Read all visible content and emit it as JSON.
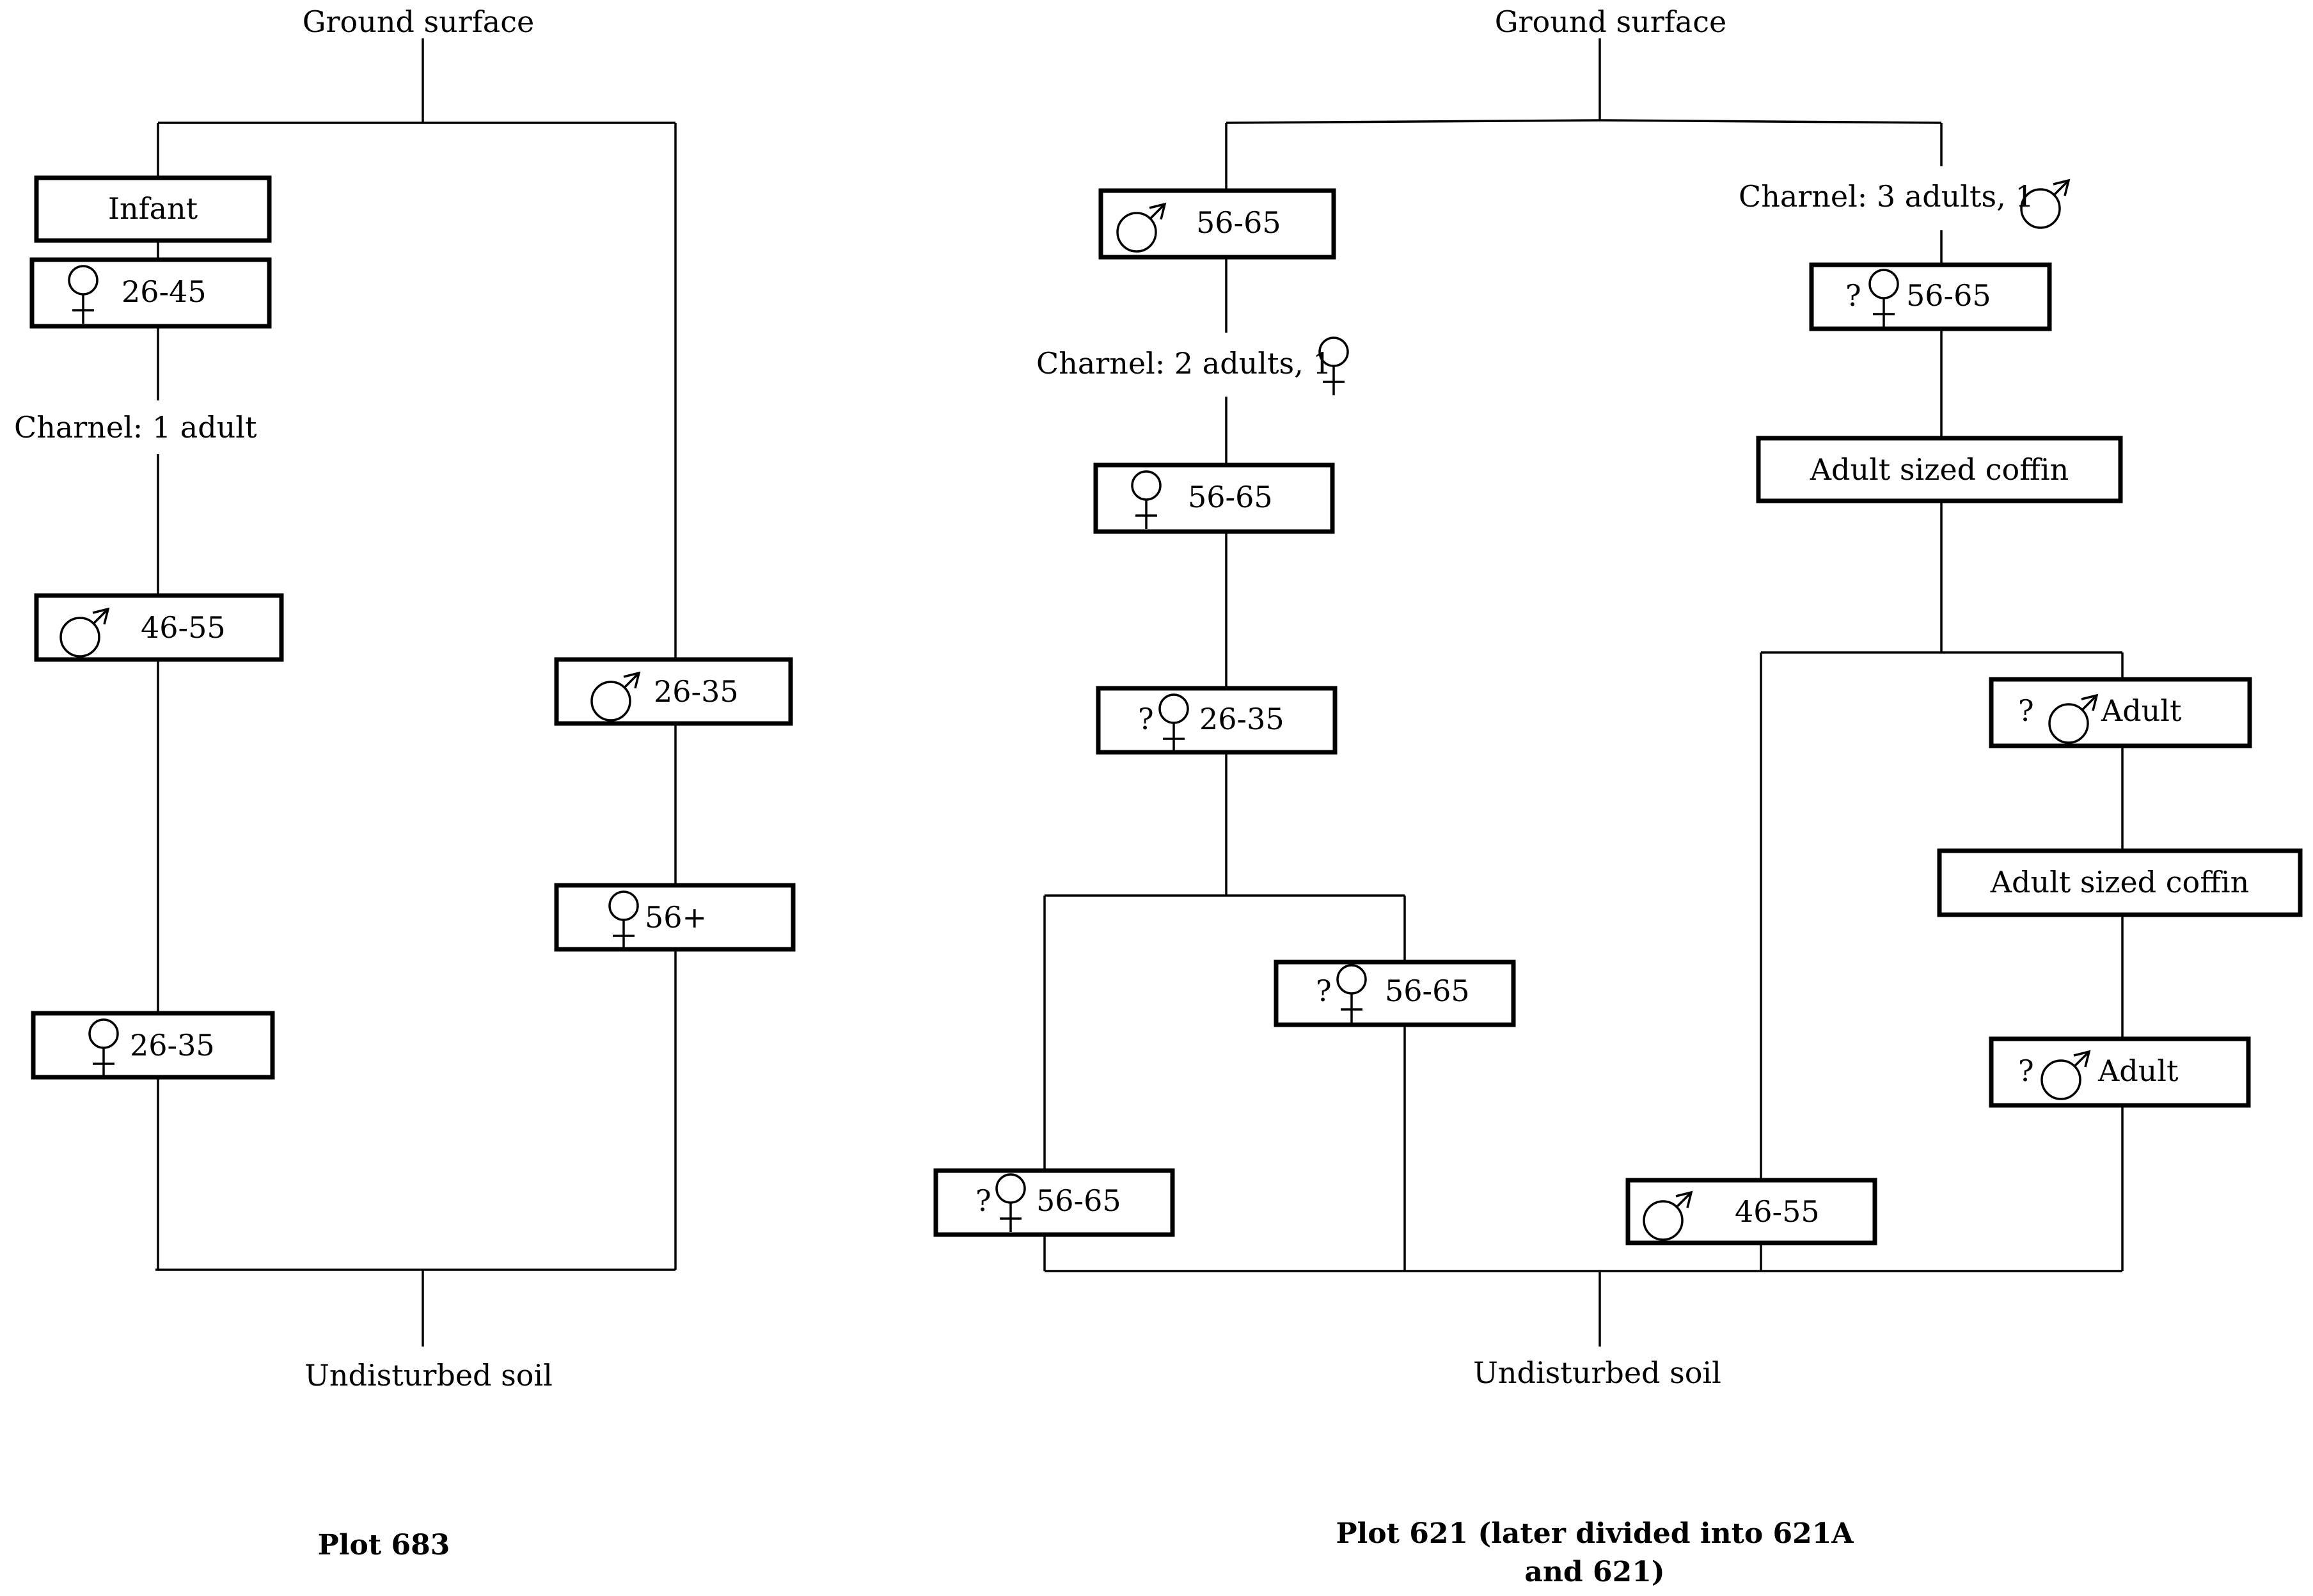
{
  "plot683": {
    "top": "Ground surface",
    "bottom": "Undisturbed soil",
    "charnel": "Charnel: 1 adult",
    "caption": "Plot 683",
    "entries": [
      {
        "prefix": "",
        "sex": "",
        "label": "Infant"
      },
      {
        "prefix": "",
        "sex": "female",
        "label": "26-45"
      },
      {
        "prefix": "",
        "sex": "male",
        "label": "46-55"
      },
      {
        "prefix": "",
        "sex": "female",
        "label": "26-35"
      },
      {
        "prefix": "",
        "sex": "male",
        "label": "26-35"
      },
      {
        "prefix": "",
        "sex": "female",
        "label": "56+"
      }
    ]
  },
  "plot621": {
    "top": "Ground surface",
    "bottom": "Undisturbed soil",
    "charnel_left": "Charnel: 2 adults, 1",
    "charnel_right": "Charnel: 3 adults, 1",
    "caption_line1": "Plot 621 (later divided into 621A",
    "caption_line2": "and 621)",
    "entries": [
      {
        "prefix": "",
        "sex": "male",
        "label": "56-65"
      },
      {
        "prefix": "",
        "sex": "female",
        "label": "56-65"
      },
      {
        "prefix": "?",
        "sex": "female",
        "label": "26-35"
      },
      {
        "prefix": "?",
        "sex": "female",
        "label": "56-65"
      },
      {
        "prefix": "?",
        "sex": "female",
        "label": "56-65"
      },
      {
        "prefix": "?",
        "sex": "female",
        "label": "56-65"
      },
      {
        "prefix": "",
        "sex": "",
        "label": "Adult sized coffin"
      },
      {
        "prefix": "?",
        "sex": "male",
        "label": "Adult"
      },
      {
        "prefix": "",
        "sex": "",
        "label": "Adult sized coffin"
      },
      {
        "prefix": "?",
        "sex": "male",
        "label": "Adult"
      },
      {
        "prefix": "",
        "sex": "male",
        "label": "46-55"
      }
    ]
  }
}
